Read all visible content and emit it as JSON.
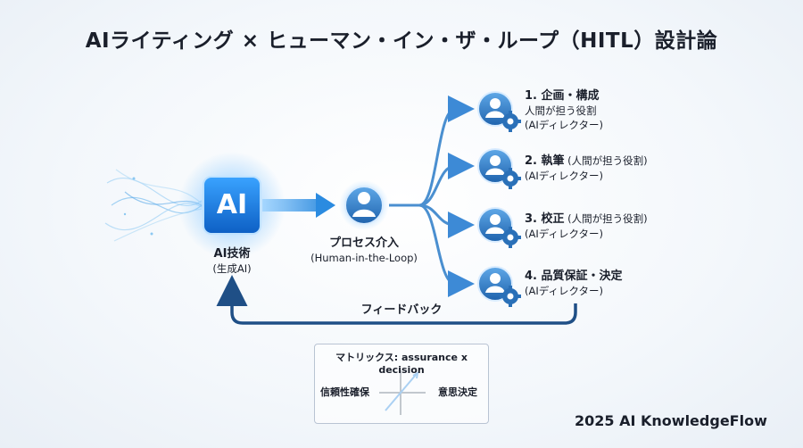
{
  "title": "AIライティング × ヒューマン・イン・ザ・ループ（HITL）設計論",
  "ai_node": {
    "badge": "AI",
    "label": "AI技術",
    "sub": "(生成AI)"
  },
  "process_node": {
    "label": "プロセス介入",
    "sub": "(Human-in-the-Loop)"
  },
  "steps": [
    {
      "title": "1. 企画・構成",
      "line1": "人間が担う役割",
      "line2": "(AIディレクター)"
    },
    {
      "title": "2. 執筆",
      "inline": " (人間が担う役割)",
      "line2": "(AIディレクター)"
    },
    {
      "title": "3. 校正",
      "inline": " (人間が担う役割)",
      "line2": "(AIディレクター)"
    },
    {
      "title": "4. 品質保証・決定",
      "line2": "(AIディレクター)"
    }
  ],
  "feedback_label": "フィードバック",
  "matrix": {
    "title": "マトリックス: assurance x decision",
    "left": "信頼性確保",
    "right": "意思決定"
  },
  "footer": "2025 AI KnowledgeFlow",
  "colors": {
    "accent": "#2b8be0",
    "dark_blue": "#1f4f86",
    "line": "#4a8fd0",
    "icon_body": "#2a70b8"
  }
}
